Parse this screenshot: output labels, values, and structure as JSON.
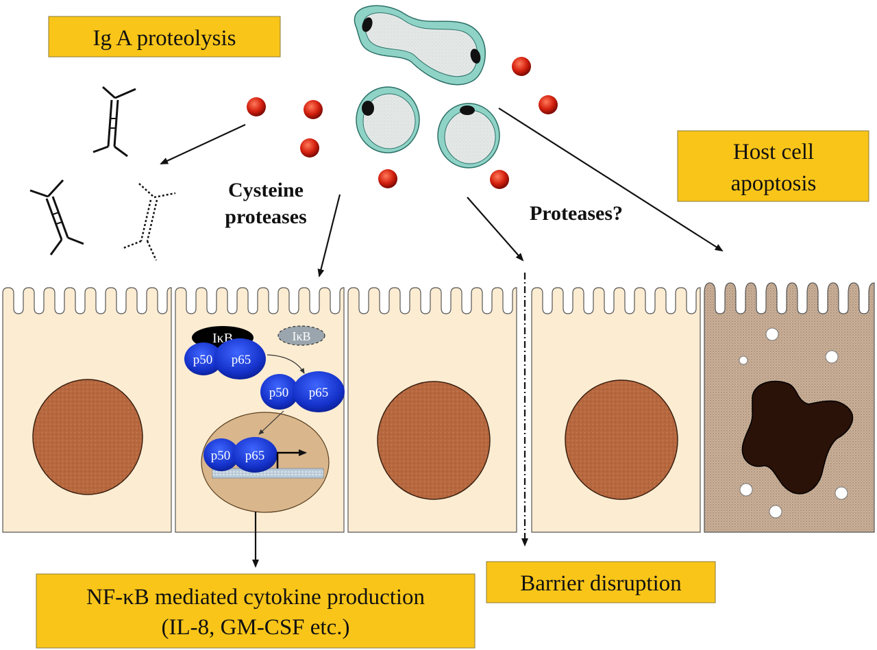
{
  "labels": {
    "iga_proteolysis": "Ig A proteolysis",
    "cysteine": "Cysteine",
    "proteases": "proteases",
    "proteases_q": "Proteases?",
    "host_cell_line1": "Host cell",
    "host_cell_line2": "apoptosis",
    "barrier_disruption": "Barrier disruption",
    "nfkb_line1": "NF-κB mediated cytokine production",
    "nfkb_line2": "(IL-8, GM-CSF etc.)"
  },
  "molecules": {
    "ikb": "IκB",
    "p50": "p50",
    "p65": "p65"
  },
  "colors": {
    "label_box_fill": "#f9c519",
    "cell_fill": "#fcecd2",
    "apoptotic_cell_fill": "#c8ad95",
    "nucleus_fill": "#b7683f",
    "protease_dot": "#cc1f0f",
    "nfkb_blue": "#1c3fd8",
    "parasite_wall": "#8fd3c7",
    "parasite_body": "#dfe5e4"
  }
}
